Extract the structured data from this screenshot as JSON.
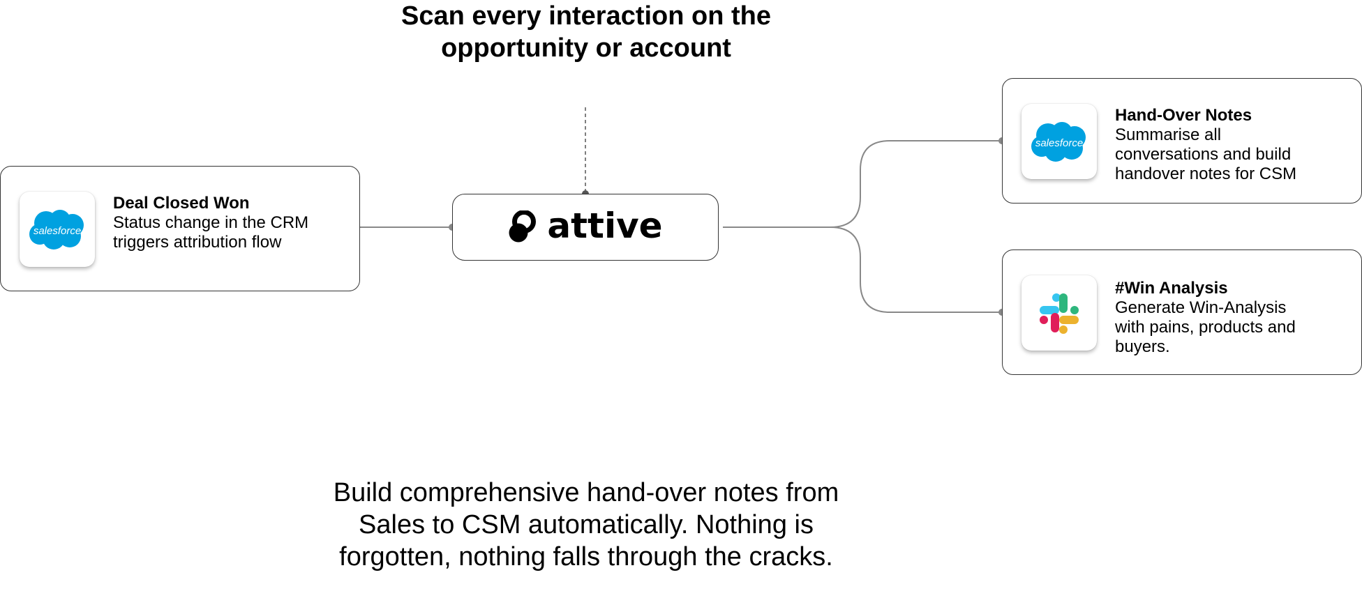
{
  "heading": "Scan every interaction on the opportunity or account",
  "trigger": {
    "icon": "salesforce-icon",
    "icon_label": "salesforce",
    "title": "Deal Closed Won",
    "description": "Status change in the CRM\ntriggers attribution flow"
  },
  "hub": {
    "icon": "attive-logo-icon",
    "label": "attive"
  },
  "outputs": [
    {
      "icon": "salesforce-icon",
      "icon_label": "salesforce",
      "title": "Hand-Over Notes",
      "description": "Summarise all\nconversations and build\nhandover notes for CSM"
    },
    {
      "icon": "slack-icon",
      "title": "#Win Analysis",
      "description": "Generate Win-Analysis\nwith pains, products and\nbuyers."
    }
  ],
  "footer_text": "Build comprehensive hand-over notes from\nSales to CSM automatically. Nothing is\nforgotten, nothing falls through the cracks.",
  "colors": {
    "salesforce_blue": "#00A1E0",
    "connector": "#888888",
    "border": "#333333",
    "slack_blue": "#36C5F0",
    "slack_green": "#2EB67D",
    "slack_red": "#E01E5A",
    "slack_yellow": "#ECB22E"
  }
}
